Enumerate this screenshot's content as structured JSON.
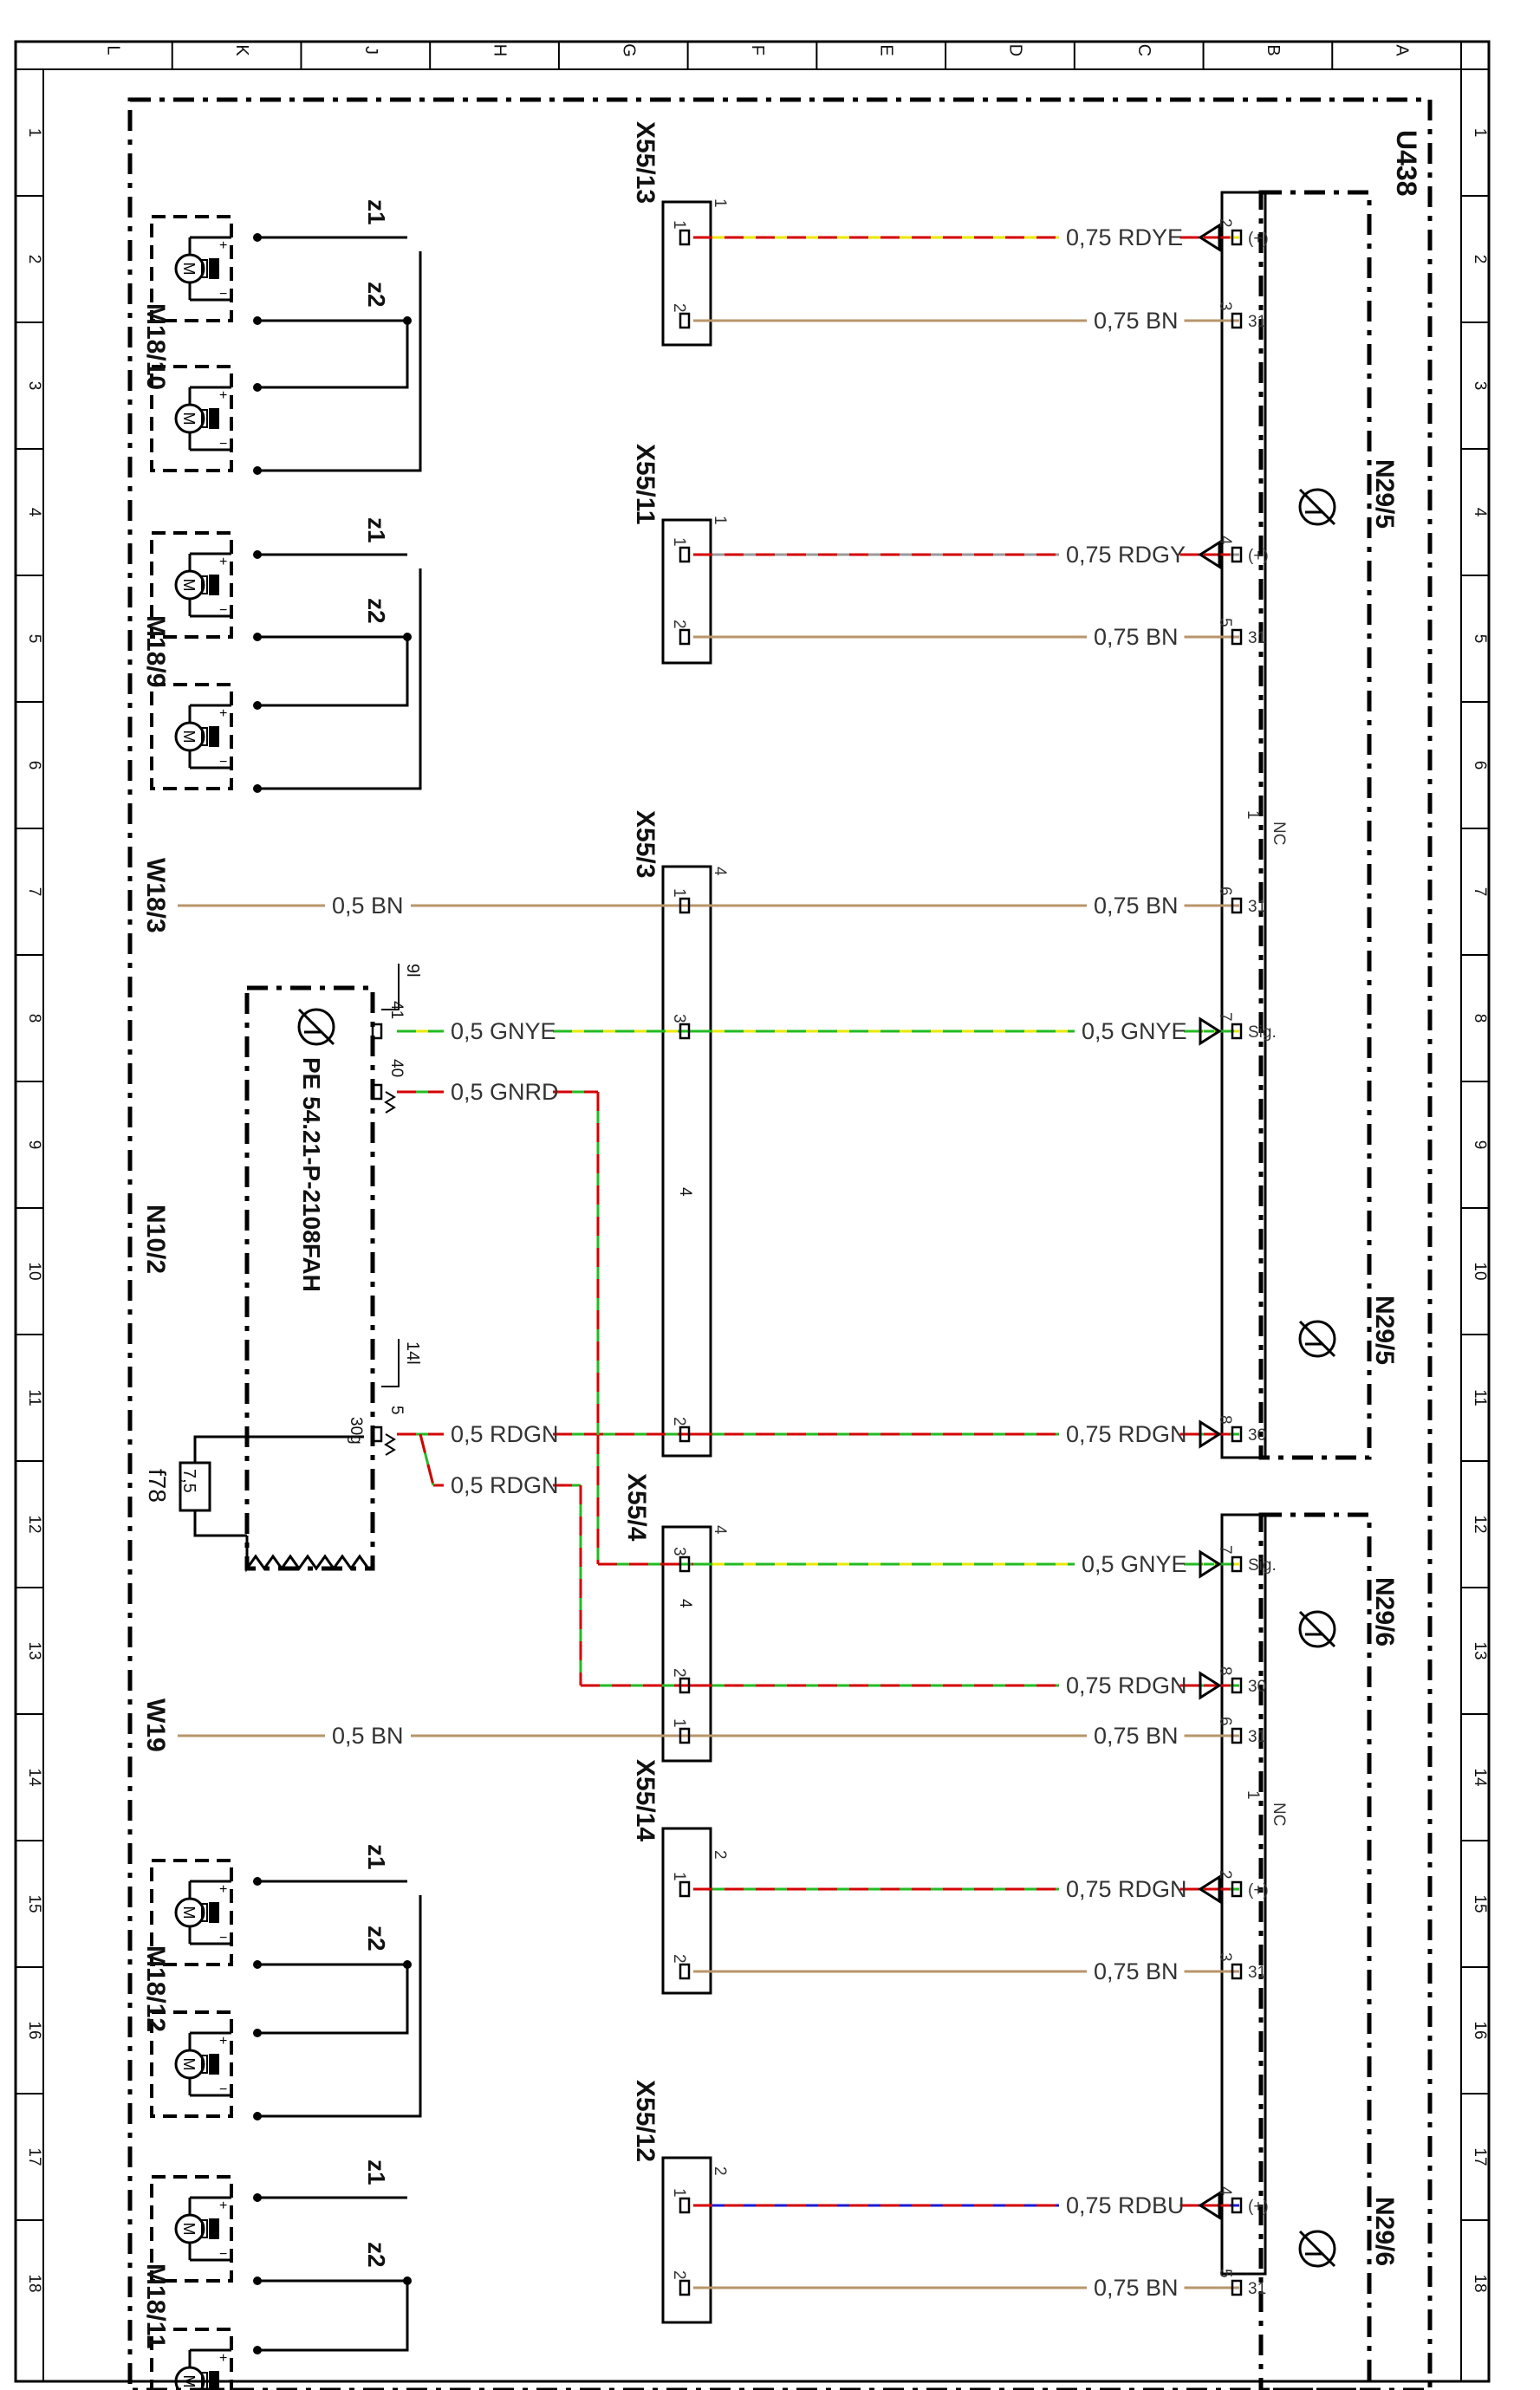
{
  "frame": {
    "col_letters": [
      "A",
      "B",
      "C",
      "D",
      "E",
      "F",
      "G",
      "H",
      "J",
      "K",
      "L"
    ],
    "row_numbers": [
      "1",
      "2",
      "3",
      "4",
      "5",
      "6",
      "7",
      "8",
      "9",
      "10",
      "11",
      "12",
      "13",
      "14",
      "15",
      "16",
      "17",
      "18"
    ]
  },
  "labels": {
    "u438": "U438",
    "n29_5_top": "N29/5",
    "n29_5_bottom": "N29/5",
    "n29_6_top": "N29/6",
    "n29_6_bottom": "N29/6",
    "x55_13": "X55/13",
    "x55_11": "X55/11",
    "x55_3": "X55/3",
    "x55_4": "X55/4",
    "x55_14": "X55/14",
    "x55_12": "X55/12",
    "m18_10": "M18/10",
    "m18_9": "M18/9",
    "m18_12": "M18/12",
    "m18_11": "M18/11",
    "w18_3": "W18/3",
    "w19": "W19",
    "n10_2": "N10/2",
    "pe_ref": "PE 54.21-P-2108FAH",
    "f78": "f78",
    "fuse_value": "7,5",
    "pin_30g": "30g",
    "z1": "z1",
    "z2": "z2",
    "grp_9l": "9l",
    "grp_14l": "14l",
    "pin_41": "41",
    "pin_40": "40",
    "pin_5": "5",
    "pin_4_conn": "4",
    "pin_nc": "NC"
  },
  "wires": [
    {
      "id": "w1",
      "label": "0,75 RDYE",
      "colors": [
        "#e8e800",
        "#d40000"
      ],
      "pin": "2",
      "func": "(+)",
      "conn_pin": "1",
      "conn_no": "1"
    },
    {
      "id": "w2",
      "label": "0,75 BN",
      "colors": [
        "#b8956a"
      ],
      "pin": "3",
      "func": "31",
      "conn_pin": "2"
    },
    {
      "id": "w3",
      "label": "0,75 RDGY",
      "colors": [
        "#9a9a9a",
        "#d40000"
      ],
      "pin": "4",
      "func": "(+)",
      "conn_pin": "1",
      "conn_no": "1"
    },
    {
      "id": "w4",
      "label": "0,75 BN",
      "colors": [
        "#b8956a"
      ],
      "pin": "5",
      "func": "31",
      "conn_pin": "2"
    },
    {
      "id": "w5",
      "label": "0,75 BN",
      "colors": [
        "#b8956a"
      ],
      "pin": "6",
      "func": "31",
      "conn_pin": "1",
      "conn_no": "4"
    },
    {
      "id": "w6",
      "label": "0,5 BN",
      "colors": [
        "#b8956a"
      ]
    },
    {
      "id": "w7",
      "label": "0,5 GNYE",
      "colors": [
        "#e8e800",
        "#22bb22"
      ],
      "pin": "7",
      "func": "Sig.",
      "conn_pin": "3"
    },
    {
      "id": "w8",
      "label": "0,5 GNYE",
      "colors": [
        "#e8e800",
        "#22bb22"
      ]
    },
    {
      "id": "w9",
      "label": "0,5 GNRD",
      "colors": [
        "#22bb22",
        "#d40000"
      ]
    },
    {
      "id": "w10",
      "label": "0,75 RDGN",
      "colors": [
        "#22bb22",
        "#d40000"
      ],
      "pin": "8",
      "func": "30",
      "conn_pin": "2"
    },
    {
      "id": "w11",
      "label": "0,5 RDGN",
      "colors": [
        "#22bb22",
        "#d40000"
      ]
    },
    {
      "id": "w12",
      "label": "0,5 RDGN",
      "colors": [
        "#22bb22",
        "#d40000"
      ]
    },
    {
      "id": "w13",
      "label": "0,5 GNYE",
      "colors": [
        "#e8e800",
        "#22bb22"
      ],
      "pin": "7",
      "func": "Sig.",
      "conn_pin": "3",
      "conn_no": "4"
    },
    {
      "id": "w14",
      "label": "0,75 RDGN",
      "colors": [
        "#22bb22",
        "#d40000"
      ],
      "pin": "8",
      "func": "30",
      "conn_pin": "2"
    },
    {
      "id": "w15",
      "label": "0,75 BN",
      "colors": [
        "#b8956a"
      ],
      "pin": "6",
      "func": "31",
      "conn_pin": "1"
    },
    {
      "id": "w16",
      "label": "0,5 BN",
      "colors": [
        "#b8956a"
      ]
    },
    {
      "id": "w17",
      "label": "0,75 RDGN",
      "colors": [
        "#22bb22",
        "#d40000"
      ],
      "pin": "2",
      "func": "(+)",
      "conn_pin": "1",
      "conn_no": "2"
    },
    {
      "id": "w18",
      "label": "0,75 BN",
      "colors": [
        "#b8956a"
      ],
      "pin": "3",
      "func": "31",
      "conn_pin": "2"
    },
    {
      "id": "w19",
      "label": "0,75 RDBU",
      "colors": [
        "#1a1ad4",
        "#d40000"
      ],
      "pin": "4",
      "func": "(+)",
      "conn_pin": "1",
      "conn_no": "2"
    },
    {
      "id": "w20",
      "label": "0,75 BN",
      "colors": [
        "#b8956a"
      ],
      "pin": "5",
      "func": "31",
      "conn_pin": "2"
    }
  ],
  "nc_pins": [
    "1",
    "1"
  ]
}
